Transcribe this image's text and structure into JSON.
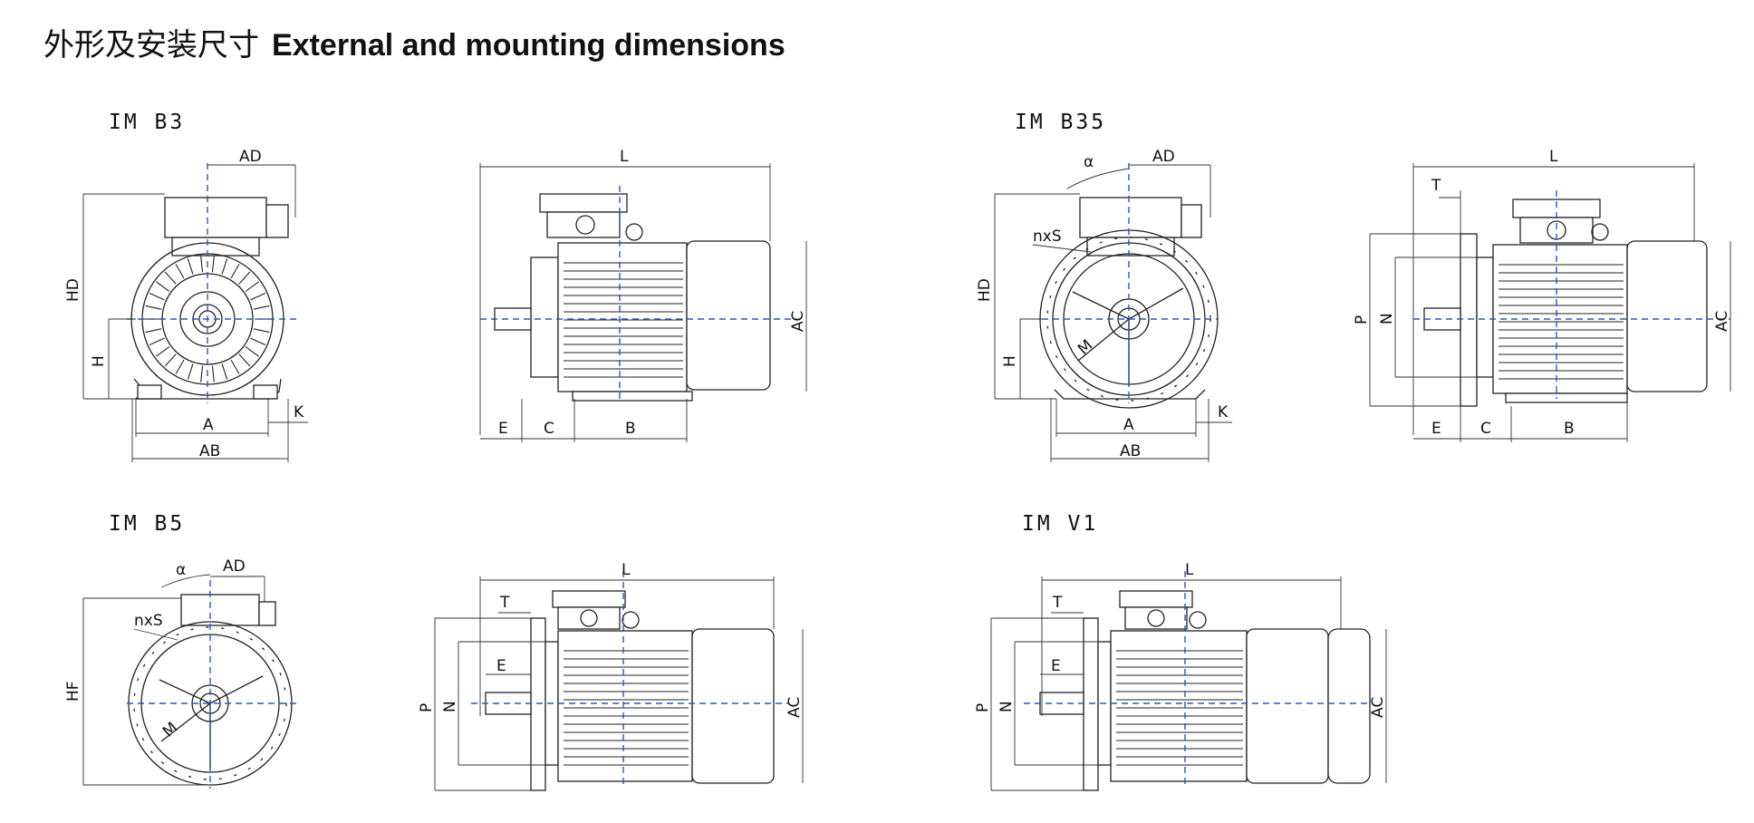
{
  "title": {
    "cn": "外形及安装尺寸",
    "en": "External and mounting dimensions"
  },
  "sections": {
    "b3": "IM B3",
    "b35": "IM B35",
    "b5": "IM B5",
    "v1": "IM V1"
  },
  "labels": {
    "AD": "AD",
    "HD": "HD",
    "H": "H",
    "A": "A",
    "AB": "AB",
    "K": "K",
    "L": "L",
    "AC": "AC",
    "E": "E",
    "C": "C",
    "B": "B",
    "alpha": "α",
    "nxS": "nxS",
    "M": "M",
    "T": "T",
    "P": "P",
    "N": "N",
    "HF": "HF"
  },
  "colors": {
    "centerline": "#2a58b8",
    "lines": "#222222"
  }
}
